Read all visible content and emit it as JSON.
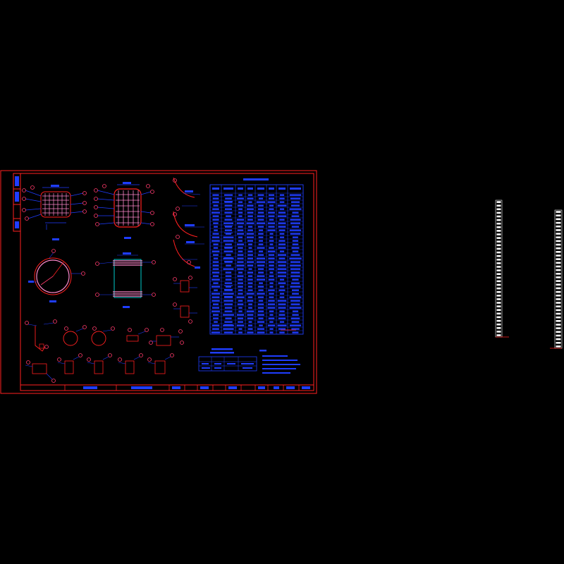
{
  "colors": {
    "background": "#000000",
    "frame": "#ff2020",
    "drawing": "#1f3dff",
    "accent": "#ff3a6a",
    "concrete": "#ff88cc",
    "highlight": "#00ffff",
    "white": "#ffffff"
  },
  "drawing": {
    "table_rows": 40,
    "table_cols": 8,
    "side_table_a_rows": 38,
    "side_table_b_rows": 38
  }
}
